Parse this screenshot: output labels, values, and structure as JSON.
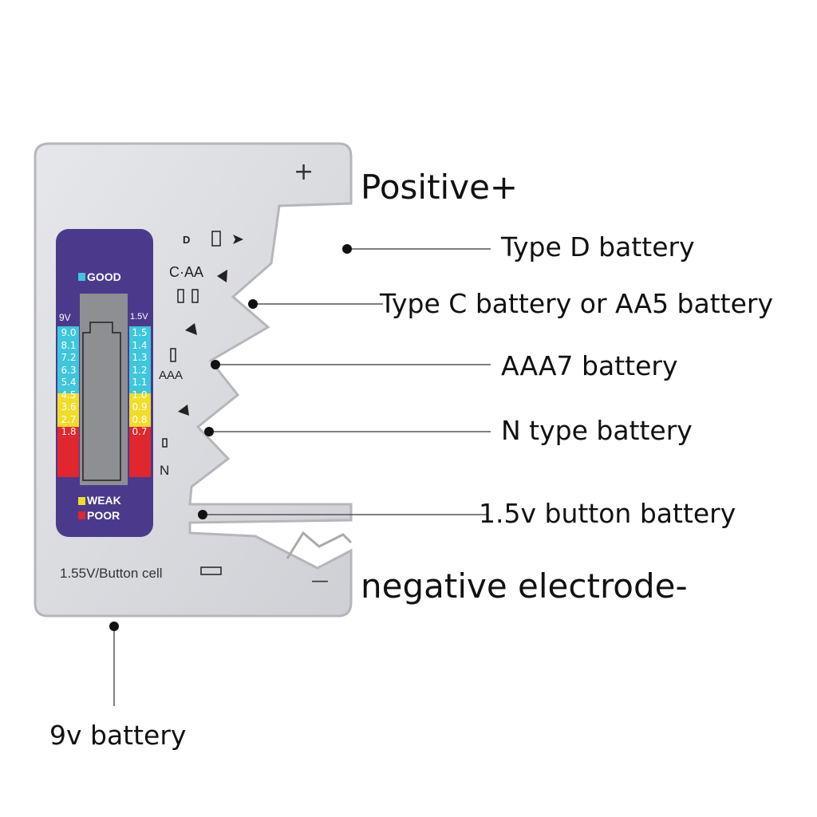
{
  "callouts": {
    "positive": "Positive+",
    "type_d": "Type D battery",
    "type_c": "Type C battery or AA5 battery",
    "aaa": "AAA7 battery",
    "n_type": "N type battery",
    "button": "1.5v button battery",
    "negative": "negative electrode-",
    "nine_v": "9v battery"
  },
  "device": {
    "plus_sign": "+",
    "minus_sign": "—",
    "good": "GOOD",
    "weak": "WEAK",
    "poor": "POOR",
    "left_header": "9V",
    "right_header": "1.5V",
    "left_scale": [
      "9.0",
      "8.1",
      "7.2",
      "6.3",
      "5.4",
      "4.5",
      "3.6",
      "2.7",
      "1.8"
    ],
    "right_scale": [
      "1.5",
      "1.4",
      "1.3",
      "1.2",
      "1.1",
      "1.0",
      "0.9",
      "0.8",
      "0.7"
    ],
    "slot_d": "D",
    "slot_caa": "C·AA",
    "slot_aaa": "AAA",
    "slot_n": "N",
    "button_cell": "1.55V/Button cell"
  },
  "colors": {
    "panel": "#4b3a8c",
    "good": "#3ec6dc",
    "weak": "#f2dc2a",
    "poor": "#e0262e",
    "body": "#d9dade"
  }
}
